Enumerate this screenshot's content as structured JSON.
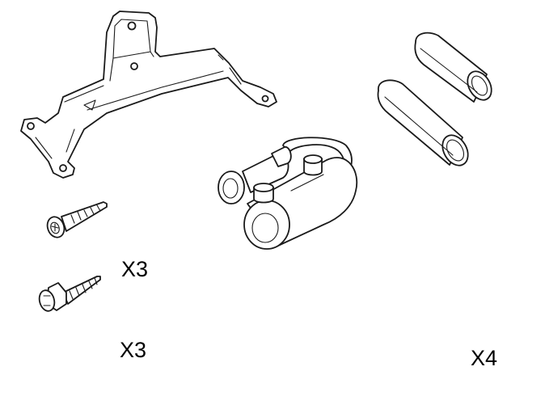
{
  "parts": {
    "bracket": {},
    "hose_upper": {},
    "hose_lower": {},
    "heater_unit": {},
    "self_tapping_screw": {},
    "flange_bolt": {
      "quantity": "X3"
    },
    "spacer_washer": {
      "quantity": "X3"
    },
    "p_clip": {},
    "hose_clamp": {
      "quantity": "X4"
    }
  },
  "colors": {
    "line": "#1a1a1a",
    "background": "#ffffff",
    "text": "#000000"
  }
}
